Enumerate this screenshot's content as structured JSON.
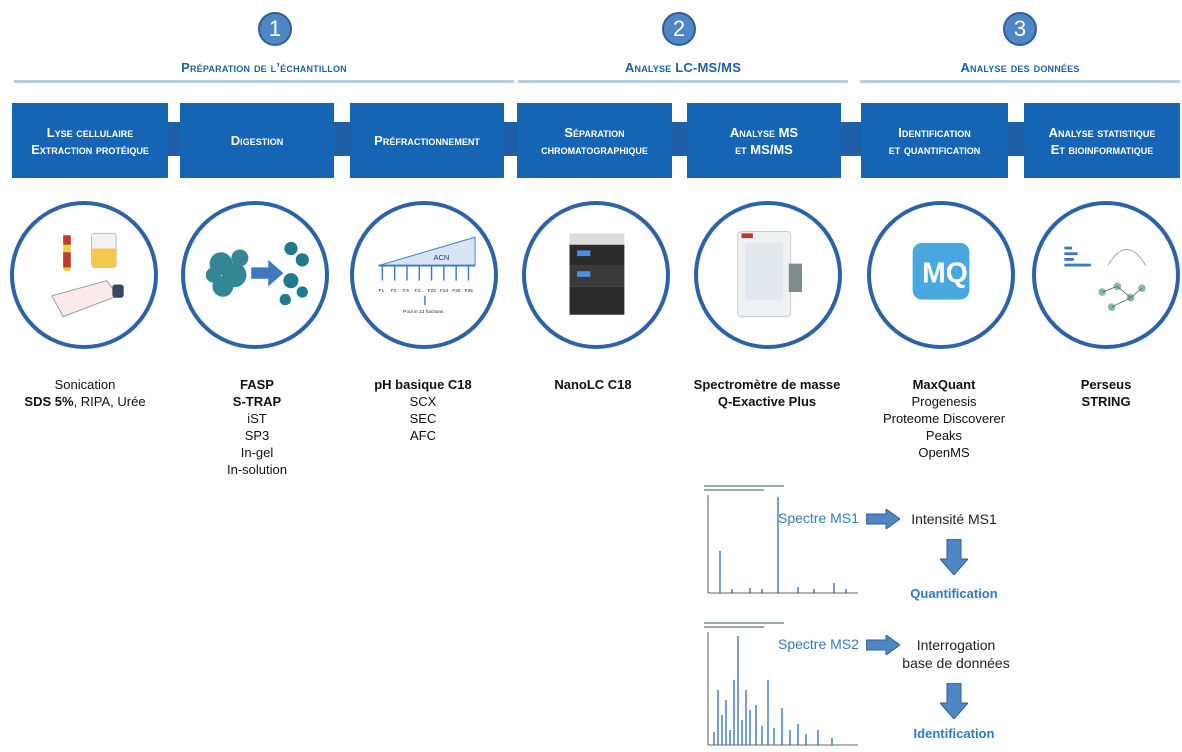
{
  "phases": [
    {
      "num": "1",
      "title": "Préparation de l’échantillon"
    },
    {
      "num": "2",
      "title": "Analyse LC-MS/MS"
    },
    {
      "num": "3",
      "title": "Analyse des données"
    }
  ],
  "steps": [
    {
      "line1": "Lyse cellulaire",
      "line2": "Extraction protéique"
    },
    {
      "line1": "Digestion",
      "line2": ""
    },
    {
      "line1": "Préfractionnement",
      "line2": ""
    },
    {
      "line1": "Séparation",
      "line2": "chromatographique"
    },
    {
      "line1": "Analyse MS",
      "line2": "et MS/MS"
    },
    {
      "line1": "Identification",
      "line2": "et quantification"
    },
    {
      "line1": "Analyse statistique",
      "line2": "Et bioinformatique"
    }
  ],
  "icons": {
    "prefrac_acn": "ACN",
    "prefrac_fractions": [
      "F1",
      "F2",
      "F3",
      "F4...",
      "F23",
      "F24",
      "F25",
      "F26"
    ],
    "prefrac_pool": "Pool in 13 fractions",
    "mq_logo": "MQ"
  },
  "tools": {
    "lysis": {
      "line1": "Sonication",
      "line2_bold": "SDS 5%",
      "line2_rest": ", RIPA, Urée"
    },
    "digestion": {
      "bold": [
        "FASP",
        "S-TRAP"
      ],
      "normal": [
        "iST",
        "SP3",
        "In-gel",
        "In-solution"
      ]
    },
    "prefrac": {
      "bold": [
        "pH basique C18"
      ],
      "normal": [
        "SCX",
        "SEC",
        "AFC"
      ]
    },
    "separation": {
      "bold": [
        "NanoLC C18"
      ],
      "normal": []
    },
    "ms": {
      "bold": [
        "Spectromètre de masse",
        "Q-Exactive Plus"
      ],
      "normal": []
    },
    "identification": {
      "bold": [
        "MaxQuant"
      ],
      "normal": [
        "Progenesis",
        "Proteome Discoverer",
        "Peaks",
        "OpenMS"
      ]
    },
    "stats": {
      "bold": [
        "Perseus",
        "STRING"
      ],
      "normal": []
    }
  },
  "workflow": {
    "ms1_label": "Spectre MS1",
    "ms1_output": "Intensité MS1",
    "ms1_result": "Quantification",
    "ms2_label": "Spectre MS2",
    "ms2_output_line1": "Interrogation",
    "ms2_output_line2": "base de données",
    "ms2_result": "Identification"
  },
  "colors": {
    "primary": "#1665b5",
    "accent": "#4f86c6",
    "light_line": "#b7cfe8",
    "result": "#2e7bc4"
  }
}
